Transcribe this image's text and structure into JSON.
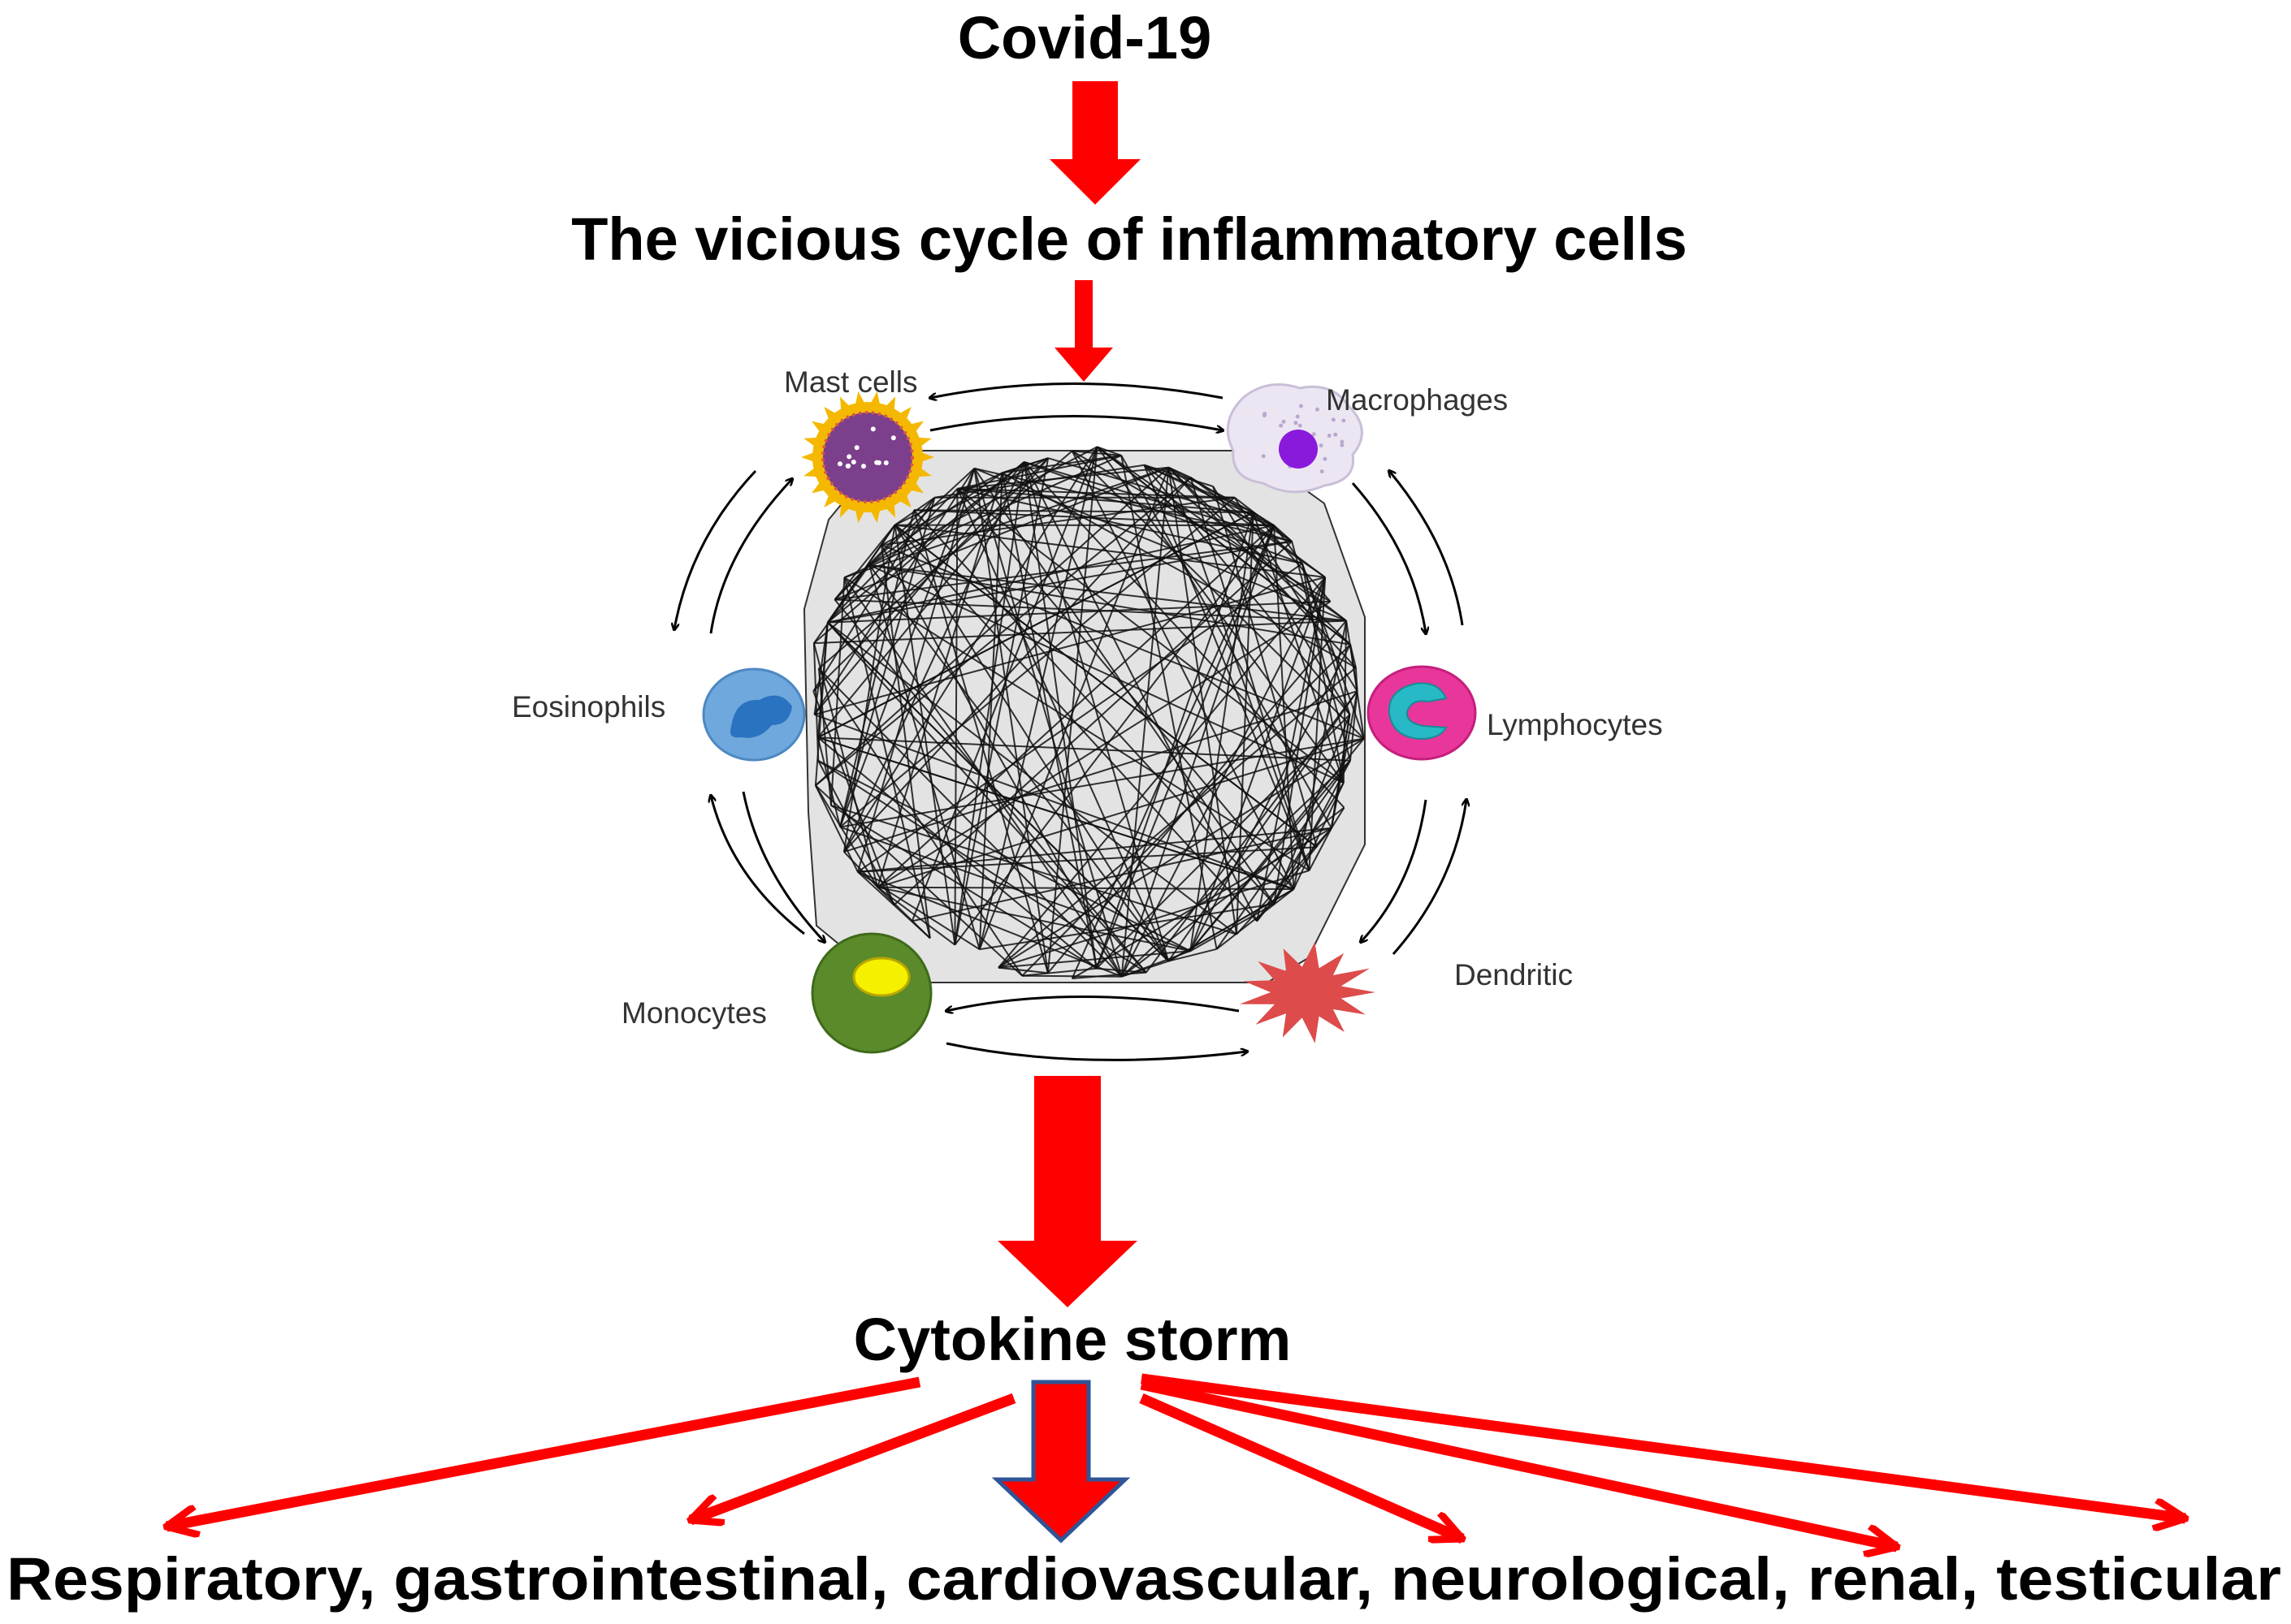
{
  "diagram": {
    "top_label": "Covid-19",
    "cycle_title": "The vicious cycle of inflammatory cells",
    "result_label": "Cytokine storm",
    "outcome_label": "Respiratory, gastrointestinal, cardiovascular, neurological, renal, testicular",
    "cells": {
      "mast": "Mast cells",
      "macrophages": "Macrophages",
      "eosinophils": "Eosinophils",
      "lymphocytes": "Lymphocytes",
      "monocytes": "Monocytes",
      "dendritic": "Dendritic"
    }
  },
  "colors": {
    "arrow_red": "#ff0000",
    "outline_blue": "#2f5597",
    "mast_outer": "#f5b800",
    "mast_inner": "#7b3f8c",
    "macrophage_body": "#ece6f3",
    "macrophage_nucleus": "#8a1adb",
    "eosinophil_body": "#6fa8dc",
    "eosinophil_nucleus": "#2a73c0",
    "lymphocyte_body": "#e8369b",
    "lymphocyte_nucleus": "#27b9c5",
    "monocyte_body": "#5a8a2a",
    "monocyte_nucleus": "#f5f000",
    "dendritic_body": "#dd4b4b"
  }
}
